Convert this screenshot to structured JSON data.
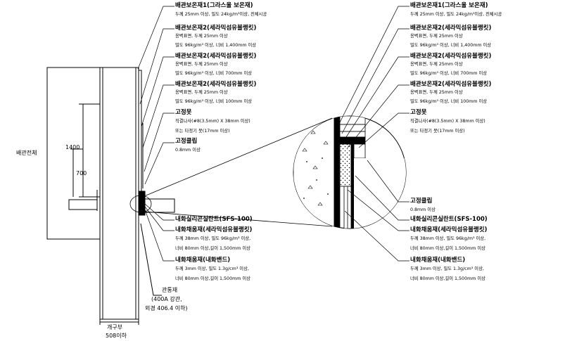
{
  "left_labels": {
    "pipe_total": "배관전체",
    "dim_1400": "1400",
    "dim_700": "700",
    "penetration": [
      "관통재",
      "(400A 강관,",
      "외경 406.4 이하)"
    ],
    "opening": [
      "개구부",
      "508이하"
    ]
  },
  "callouts": [
    {
      "title": "배관보온재1(그라스울 보온재)",
      "lines": [
        "두께 25mm 이상, 밀도 24kg/m³이상, 전체시공"
      ]
    },
    {
      "title": "배관보온재2(세라믹섬유블랭킷)",
      "lines": [
        "옹벽표면, 두께 25mm 이상",
        "밀도 96kg/m³ 이상, 너비 1,400mm 이상"
      ]
    },
    {
      "title": "배관보온재2(세라믹섬유블랭킷)",
      "lines": [
        "옹벽표면, 두께 25mm 이상",
        "밀도 96kg/m³ 이상, 너비 700mm 이상"
      ]
    },
    {
      "title": "배관보온재2(세라믹섬유블랭킷)",
      "lines": [
        "옹벽표면, 두께 25mm 이상",
        "밀도 96kg/m³ 이상, 너비 100mm 이상"
      ]
    },
    {
      "title": "고정못",
      "lines": [
        "직결나사(#8(3.5mm) X 38mm 이상)",
        "또는 타정기 못(17mm 이상)"
      ]
    },
    {
      "title": "고정클립",
      "lines": [
        "0.8mm 이상"
      ]
    },
    {
      "title": "내화실리콘실란트(SFS-100)",
      "lines": []
    },
    {
      "title": "내화채움재(세라믹섬유블랭킷)",
      "lines": [
        "두께 38mm 이상, 밀도 96kg/m³ 이상,",
        "너비 80mm 이상,길이 1,500mm 이상"
      ]
    },
    {
      "title": "내화채움재(내화밴드)",
      "lines": [
        "두께 3mm 이상, 밀도 1.3g/cm³ 이상,",
        "너비 80mm 이상,길이 1,500mm 이상"
      ]
    }
  ],
  "colors": {
    "line": "#000000",
    "fill": "#ffffff"
  }
}
